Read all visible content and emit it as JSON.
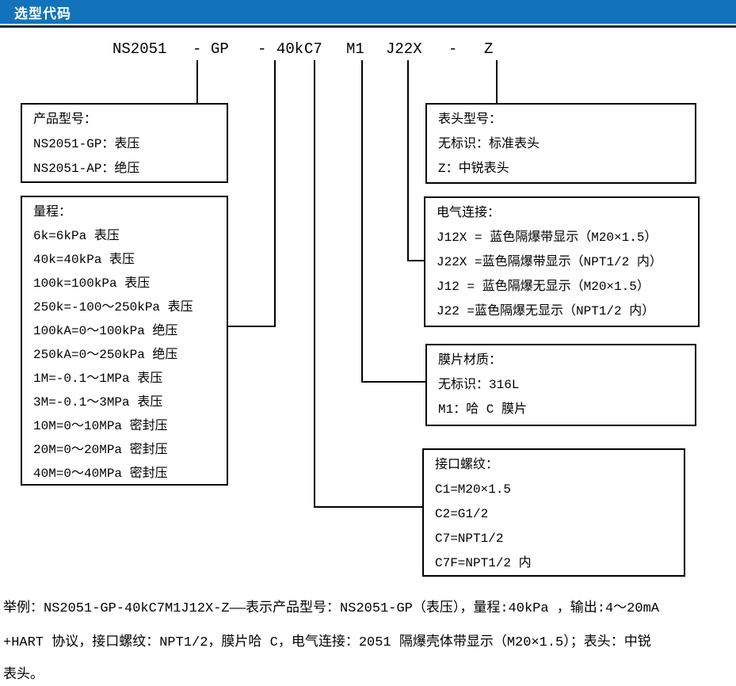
{
  "header": {
    "title": "选型代码"
  },
  "colors": {
    "header_bg": "#1273BC",
    "header_rule": "#14283C",
    "line_color": "#000000",
    "text_color": "#000000"
  },
  "code": {
    "parts": [
      "NS2051",
      "-",
      "GP",
      "-",
      "40k",
      "C7",
      "M1",
      "J22X",
      "-",
      "Z"
    ]
  },
  "boxes": {
    "product_model": {
      "title": "产品型号：",
      "lines": [
        "NS2051-GP：表压",
        "NS2051-AP：绝压"
      ]
    },
    "range": {
      "title": "量程：",
      "lines": [
        "6k=6kPa 表压",
        "40k=40kPa 表压",
        "100k=100kPa 表压",
        "250k=-100～250kPa 表压",
        "100kA=0～100kPa 绝压",
        "250kA=0～250kPa 绝压",
        "1M=-0.1～1MPa 表压",
        "3M=-0.1～3MPa 表压",
        "10M=0～10MPa 密封压",
        "20M=0～20MPa 密封压",
        "40M=0～40MPa 密封压"
      ]
    },
    "display_head": {
      "title": "表头型号：",
      "lines": [
        "无标识：标准表头",
        "Z：中锐表头"
      ]
    },
    "electrical": {
      "title": "电气连接：",
      "lines": [
        "J12X = 蓝色隔爆带显示（M20×1.5）",
        "J22X =蓝色隔爆带显示（NPT1/2 内）",
        "J12 = 蓝色隔爆无显示（M20×1.5）",
        "J22 =蓝色隔爆无显示（NPT1/2 内）"
      ]
    },
    "diaphragm": {
      "title": "膜片材质：",
      "lines": [
        "无标识：316L",
        "M1：哈 C 膜片"
      ]
    },
    "thread": {
      "title": "接口螺纹：",
      "lines": [
        "C1=M20×1.5",
        "C2=G1/2",
        "C7=NPT1/2",
        "C7F=NPT1/2 内"
      ]
    }
  },
  "example": {
    "line1": "举例：NS2051-GP-40kC7M1J12X-Z——表示产品型号：NS2051-GP（表压），量程:40kPa ，输出:4～20mA",
    "line2": "+HART 协议，接口螺纹：NPT1/2，膜片哈 C，电气连接：2051 隔爆壳体带显示（M20×1.5）；表头：中锐",
    "line3": "表头。"
  }
}
